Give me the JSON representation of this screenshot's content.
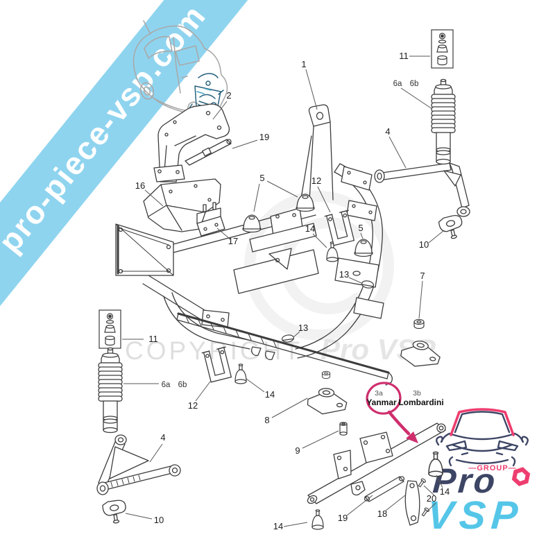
{
  "watermarks": {
    "diagonal_banner": {
      "text": "pro-piece-vsp.com",
      "bg_color": "#8fd4ef",
      "text_color": "#ffffff"
    },
    "copyright": {
      "word": "COPYRIGHT",
      "brand": "Pro VSP",
      "symbol": "©"
    }
  },
  "annotation": {
    "engine_variant_a": {
      "code": "3a",
      "name": "Yanmar"
    },
    "separator": "-",
    "engine_variant_b": {
      "code": "3b",
      "name": "Lombardini"
    },
    "highlight_color": "#cf2e6d"
  },
  "diagram": {
    "line_color": "#3c3c3c",
    "labels": [
      {
        "text": "1"
      },
      {
        "text": "2"
      },
      {
        "text": "19"
      },
      {
        "text": "16"
      },
      {
        "text": "17"
      },
      {
        "text": "5"
      },
      {
        "text": "12"
      },
      {
        "text": "14"
      },
      {
        "text": "5"
      },
      {
        "text": "13"
      },
      {
        "text": "11"
      },
      {
        "text": "6a"
      },
      {
        "text": "6b"
      },
      {
        "text": "4"
      },
      {
        "text": "10"
      },
      {
        "text": "7"
      },
      {
        "text": "13"
      },
      {
        "text": "11"
      },
      {
        "text": "6a"
      },
      {
        "text": "6b"
      },
      {
        "text": "12"
      },
      {
        "text": "14"
      },
      {
        "text": "8"
      },
      {
        "text": "4"
      },
      {
        "text": "10"
      },
      {
        "text": "9"
      },
      {
        "text": "14"
      },
      {
        "text": "19"
      },
      {
        "text": "18"
      },
      {
        "text": "20"
      },
      {
        "text": "14"
      }
    ]
  },
  "logo": {
    "group_label": "—GROUP—",
    "name_line1": "Pro",
    "name_line2": "VSP",
    "colors": {
      "navy": "#3d4565",
      "pink": "#ee3d6f",
      "blue": "#55c6e8"
    }
  }
}
